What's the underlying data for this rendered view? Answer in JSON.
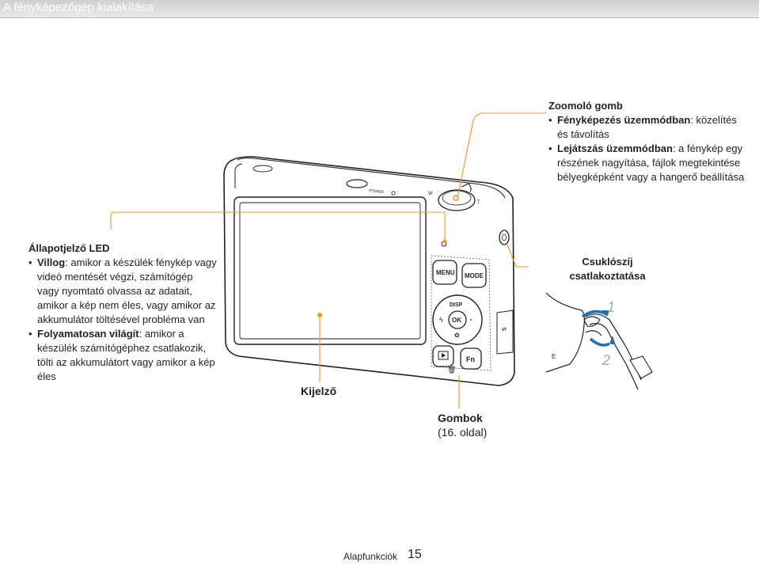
{
  "header": {
    "title": "A fényképezőgép kialakítása"
  },
  "camera": {
    "top_labels": {
      "power": "POWER"
    }
  },
  "buttons": {
    "menu": "MENU",
    "mode": "MODE",
    "disp": "DISP",
    "ok": "OK",
    "fn": "Fn"
  },
  "zoom": {
    "title": "Zoomoló gomb",
    "item1_bold": "Fényképezés üzemmódban",
    "item1_text": ": közelítés és távolítás",
    "item2_bold": "Lejátszás üzemmódban",
    "item2_text": ": a fénykép egy részének nagyítása, fájlok megtekintése bélyegképként vagy a hangerő beállítása"
  },
  "led": {
    "title": "Állapotjelző LED",
    "item1_bold": "Villog",
    "item1_text": ": amikor a készülék fénykép vagy videó mentését végzi, számítógép vagy nyomtató olvassa az adatait, amikor a kép nem éles, vagy amikor az akkumulátor töltésével probléma van",
    "item2_bold": "Folyamatosan világít",
    "item2_text": ": amikor a készülék számítógéphez csatlakozik, tölti az akkumulátort vagy amikor a kép éles"
  },
  "display_label": "Kijelző",
  "buttons_label": {
    "title": "Gombok",
    "ref": "(16. oldal)"
  },
  "strap": {
    "title_line1": "Csuklószíj",
    "title_line2": "csatlakoztatása",
    "step1": "1",
    "step2": "2"
  },
  "footer": {
    "section": "Alapfunkciók",
    "page": "15"
  },
  "colors": {
    "accent": "#f7941d",
    "header_bg": "#d9d9d9",
    "arrow_blue": "#1f6fb2"
  }
}
